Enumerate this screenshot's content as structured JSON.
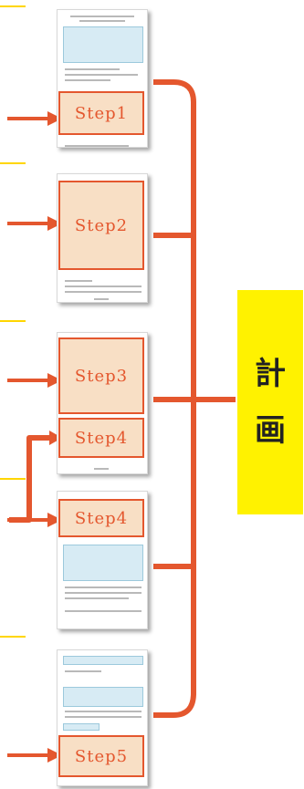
{
  "steps": {
    "s1": "Step1",
    "s2": "Step2",
    "s3": "Step3",
    "s4a": "Step4",
    "s4b": "Step4",
    "s5": "Step5"
  },
  "plan": {
    "char1": "計",
    "char2": "画"
  },
  "colors": {
    "accent": "#e4572e",
    "highlight": "#fff200",
    "tick": "#ffd600"
  }
}
